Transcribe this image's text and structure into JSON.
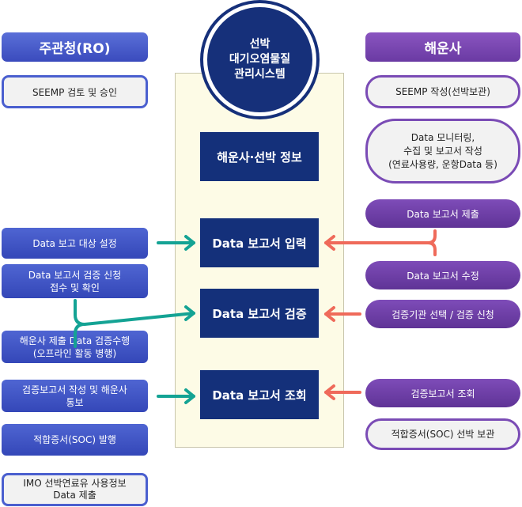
{
  "center": {
    "title_lines": [
      "선박",
      "대기오염물질",
      "관리시스템"
    ],
    "boxes": {
      "info": "해운사·선박 정보",
      "input": "Data 보고서 입력",
      "verify": "Data 보고서 검증",
      "query": "Data 보고서 조회"
    }
  },
  "ro": {
    "header": "주관청(RO)",
    "seemp": "SEEMP 검토 및 승인",
    "target": "Data 보고 대상 설정",
    "receive": "Data 보고서 검증 신청\n접수 및 확인",
    "perform": "해운사 제출 Data 검증수행\n(오프라인 활동 병행)",
    "notify": "검증보고서 작성 및 해운사\n통보",
    "soc": "적합증서(SOC) 발행",
    "imo": "IMO 선박연료유 사용정보\nData 제출"
  },
  "company": {
    "header": "해운사",
    "seemp": "SEEMP 작성(선박보관)",
    "monitor": "Data 모니터링,\n수집 및 보고서 작성\n(연료사용량, 운항Data 등)",
    "submit": "Data 보고서 제출",
    "edit": "Data 보고서 수정",
    "request": "검증기관 선택 / 검증 신청",
    "lookup": "검증보고서 조회",
    "keep": "적합증서(SOC) 선박 보관"
  },
  "colors": {
    "ro_blue": "#4a5fcf",
    "company_purple": "#7a4bb5",
    "navy": "#14307a",
    "teal_arrow": "#14a394",
    "red_arrow": "#ef6a5a",
    "column_bg": "#fdfbe6"
  }
}
